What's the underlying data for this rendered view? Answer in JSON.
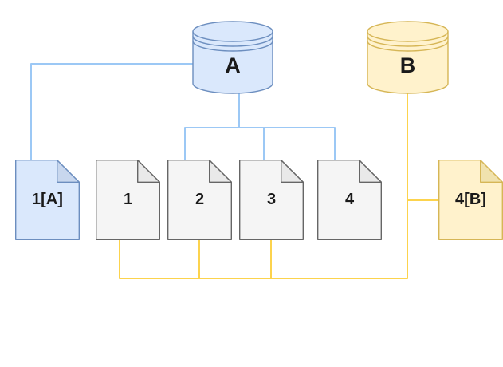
{
  "diagram_type": "database-document-mapping",
  "colors": {
    "background": "#ffffff",
    "blue_fill": "#dae8fc",
    "blue_stroke": "#6c8ebf",
    "blue_fold": "#c8d7ee",
    "gray_fill": "#f5f5f5",
    "gray_stroke": "#666666",
    "gray_fold": "#e9e9e9",
    "yellow_fill": "#fff2cc",
    "yellow_stroke": "#d6b656",
    "yellow_fold": "#f0e2ae",
    "blue_edge": "#9cc8f5",
    "yellow_edge": "#fcd34d",
    "label_color": "#1a1a1a"
  },
  "nodes": {
    "db_a": {
      "label": "A",
      "type": "database-cylinder",
      "scheme": "blue"
    },
    "db_b": {
      "label": "B",
      "type": "database-cylinder",
      "scheme": "yellow"
    },
    "doc_1a": {
      "label": "1[A]",
      "type": "document",
      "scheme": "blue"
    },
    "doc_1": {
      "label": "1",
      "type": "document",
      "scheme": "gray"
    },
    "doc_2": {
      "label": "2",
      "type": "document",
      "scheme": "gray"
    },
    "doc_3": {
      "label": "3",
      "type": "document",
      "scheme": "gray"
    },
    "doc_4": {
      "label": "4",
      "type": "document",
      "scheme": "gray"
    },
    "doc_4b": {
      "label": "4[B]",
      "type": "document",
      "scheme": "yellow"
    }
  },
  "edges": [
    {
      "from": "db_a",
      "to": "doc_1a",
      "color": "blue"
    },
    {
      "from": "db_a",
      "to": "doc_2",
      "color": "blue"
    },
    {
      "from": "db_a",
      "to": "doc_3",
      "color": "blue"
    },
    {
      "from": "db_a",
      "to": "doc_4",
      "color": "blue"
    },
    {
      "from": "db_b",
      "to": "doc_4b",
      "color": "yellow"
    },
    {
      "from": "db_b",
      "to": "doc_1",
      "color": "yellow"
    },
    {
      "from": "db_b",
      "to": "doc_2",
      "color": "yellow"
    },
    {
      "from": "db_b",
      "to": "doc_3",
      "color": "yellow"
    }
  ]
}
